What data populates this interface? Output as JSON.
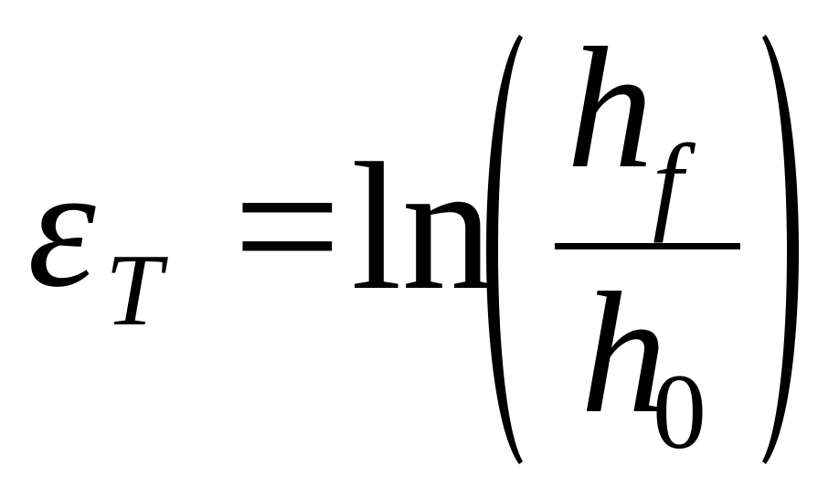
{
  "equation": {
    "lhs": {
      "symbol": "ε",
      "subscript": "T"
    },
    "operator": "=",
    "function": "ln",
    "numerator": {
      "symbol": "h",
      "subscript": "f"
    },
    "denominator": {
      "symbol": "h",
      "subscript": "0"
    },
    "color": "#000000"
  }
}
